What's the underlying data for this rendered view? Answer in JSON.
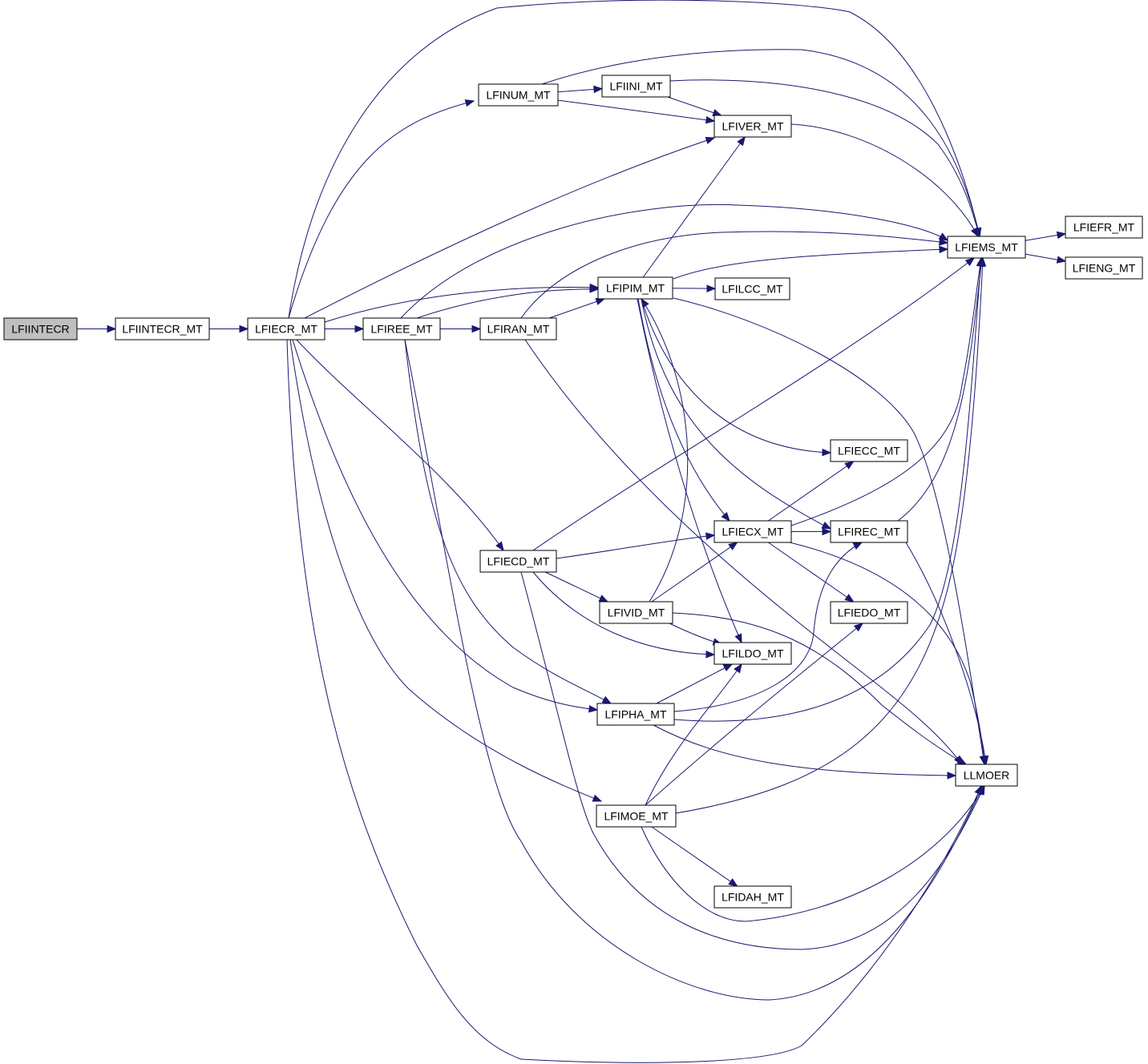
{
  "colors": {
    "edge": "#191970",
    "node_border": "#000000",
    "node_fill": "#ffffff",
    "root_fill": "#bfbfbf"
  },
  "nodes": {
    "LFIINTECR": "LFIINTECR",
    "LFIINTECR_MT": "LFIINTECR_MT",
    "LFIECR_MT": "LFIECR_MT",
    "LFIREE_MT": "LFIREE_MT",
    "LFIRAN_MT": "LFIRAN_MT",
    "LFINUM_MT": "LFINUM_MT",
    "LFIINI_MT": "LFIINI_MT",
    "LFIVER_MT": "LFIVER_MT",
    "LFIPIM_MT": "LFIPIM_MT",
    "LFILCC_MT": "LFILCC_MT",
    "LFIEMS_MT": "LFIEMS_MT",
    "LFIEFR_MT": "LFIEFR_MT",
    "LFIENG_MT": "LFIENG_MT",
    "LFIECC_MT": "LFIECC_MT",
    "LFIECX_MT": "LFIECX_MT",
    "LFIREC_MT": "LFIREC_MT",
    "LFIECD_MT": "LFIECD_MT",
    "LFIVID_MT": "LFIVID_MT",
    "LFIEDO_MT": "LFIEDO_MT",
    "LFILDO_MT": "LFILDO_MT",
    "LFIPHA_MT": "LFIPHA_MT",
    "LLMOER": "LLMOER",
    "LFIMOE_MT": "LFIMOE_MT",
    "LFIDAH_MT": "LFIDAH_MT"
  },
  "edges": [
    [
      "LFIINTECR",
      "LFIINTECR_MT"
    ],
    [
      "LFIINTECR_MT",
      "LFIECR_MT"
    ],
    [
      "LFIECR_MT",
      "LFIREE_MT"
    ],
    [
      "LFIECR_MT",
      "LFINUM_MT"
    ],
    [
      "LFIECR_MT",
      "LFIVER_MT"
    ],
    [
      "LFIECR_MT",
      "LFIPIM_MT"
    ],
    [
      "LFIECR_MT",
      "LFIEMS_MT"
    ],
    [
      "LFIECR_MT",
      "LFIECD_MT"
    ],
    [
      "LFIECR_MT",
      "LFIPHA_MT"
    ],
    [
      "LFIECR_MT",
      "LFIMOE_MT"
    ],
    [
      "LFIECR_MT",
      "LLMOER"
    ],
    [
      "LFIREE_MT",
      "LFIRAN_MT"
    ],
    [
      "LFIREE_MT",
      "LFIPIM_MT"
    ],
    [
      "LFIREE_MT",
      "LFIEMS_MT"
    ],
    [
      "LFIREE_MT",
      "LFIPHA_MT"
    ],
    [
      "LFIREE_MT",
      "LLMOER"
    ],
    [
      "LFIRAN_MT",
      "LFIPIM_MT"
    ],
    [
      "LFIRAN_MT",
      "LFIEMS_MT"
    ],
    [
      "LFIRAN_MT",
      "LLMOER"
    ],
    [
      "LFINUM_MT",
      "LFIINI_MT"
    ],
    [
      "LFINUM_MT",
      "LFIVER_MT"
    ],
    [
      "LFINUM_MT",
      "LFIEMS_MT"
    ],
    [
      "LFIINI_MT",
      "LFIVER_MT"
    ],
    [
      "LFIINI_MT",
      "LFIEMS_MT"
    ],
    [
      "LFIVER_MT",
      "LFIEMS_MT"
    ],
    [
      "LFIPIM_MT",
      "LFIVER_MT"
    ],
    [
      "LFIPIM_MT",
      "LFILCC_MT"
    ],
    [
      "LFIPIM_MT",
      "LFIEMS_MT"
    ],
    [
      "LFIPIM_MT",
      "LFIECC_MT"
    ],
    [
      "LFIPIM_MT",
      "LFIECX_MT"
    ],
    [
      "LFIPIM_MT",
      "LFIREC_MT"
    ],
    [
      "LFIPIM_MT",
      "LFILDO_MT"
    ],
    [
      "LFIPIM_MT",
      "LLMOER"
    ],
    [
      "LFIEMS_MT",
      "LFIEFR_MT"
    ],
    [
      "LFIEMS_MT",
      "LFIENG_MT"
    ],
    [
      "LFIECD_MT",
      "LFIEMS_MT"
    ],
    [
      "LFIECD_MT",
      "LFIECX_MT"
    ],
    [
      "LFIECD_MT",
      "LFIVID_MT"
    ],
    [
      "LFIECD_MT",
      "LFILDO_MT"
    ],
    [
      "LFIECD_MT",
      "LLMOER"
    ],
    [
      "LFIECX_MT",
      "LFIECC_MT"
    ],
    [
      "LFIECX_MT",
      "LFIREC_MT"
    ],
    [
      "LFIECX_MT",
      "LFIEMS_MT"
    ],
    [
      "LFIECX_MT",
      "LFIEDO_MT"
    ],
    [
      "LFIECX_MT",
      "LLMOER"
    ],
    [
      "LFIREC_MT",
      "LFIEMS_MT"
    ],
    [
      "LFIREC_MT",
      "LLMOER"
    ],
    [
      "LFIVID_MT",
      "LFIVER_MT"
    ],
    [
      "LFIVID_MT",
      "LFIECX_MT"
    ],
    [
      "LFIVID_MT",
      "LFILDO_MT"
    ],
    [
      "LFIVID_MT",
      "LLMOER"
    ],
    [
      "LFIPHA_MT",
      "LFILDO_MT"
    ],
    [
      "LFIPHA_MT",
      "LFIREC_MT"
    ],
    [
      "LFIPHA_MT",
      "LFIEMS_MT"
    ],
    [
      "LFIPHA_MT",
      "LLMOER"
    ],
    [
      "LFIMOE_MT",
      "LFILDO_MT"
    ],
    [
      "LFIMOE_MT",
      "LFIEDO_MT"
    ],
    [
      "LFIMOE_MT",
      "LFIEMS_MT"
    ],
    [
      "LFIMOE_MT",
      "LFIDAH_MT"
    ],
    [
      "LFIMOE_MT",
      "LLMOER"
    ]
  ]
}
